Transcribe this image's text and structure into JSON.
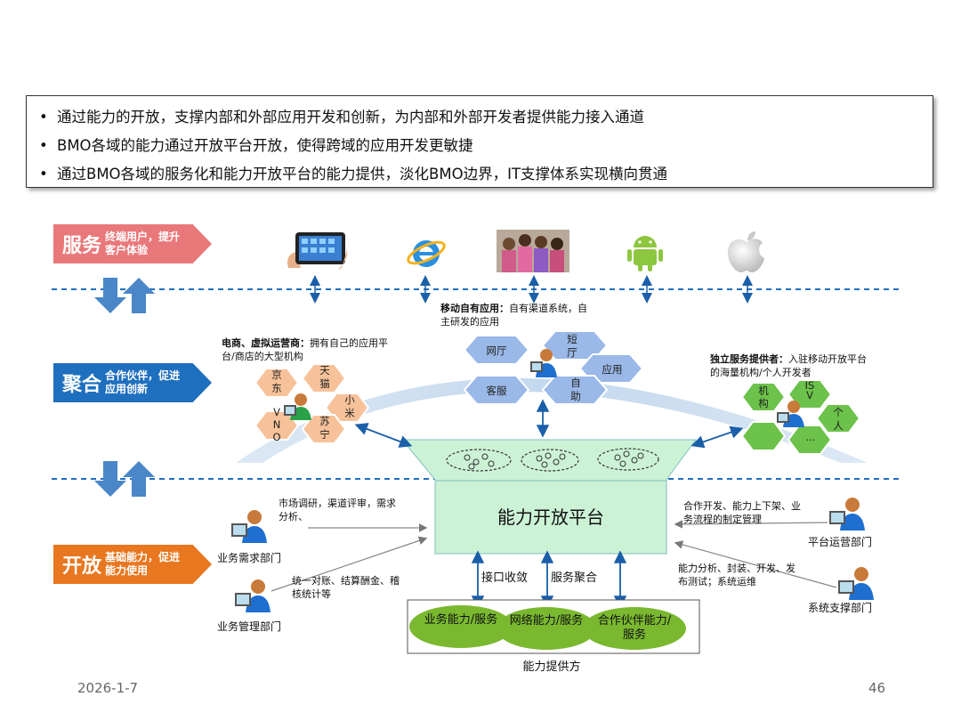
{
  "bullets": [
    "通过能力的开放，支撑内部和外部应用开发和创新，为内部和外部开发者提供能力接入通道",
    "BMO各域的能力通过开放平台开放，使得跨域的应用开发更敏捷",
    "通过BMO各域的服务化和能力开放平台的能力提供，淡化BMO边界，IT支撑体系实现横向贯通"
  ],
  "bullet_marker": "•",
  "layers": {
    "service": {
      "big": "服务",
      "small1": "终端用户，提升",
      "small2": "客户体验",
      "color": "#e9787a"
    },
    "aggregate": {
      "big": "聚合",
      "small1": "合作伙伴，促进",
      "small2": "应用创新",
      "color": "#1f6fbf"
    },
    "open": {
      "big": "开放",
      "small1": "基础能力，促进",
      "small2": "能力使用",
      "color": "#e8771f"
    }
  },
  "terminal_icons": [
    "tablet-icon",
    "ie-browser-icon",
    "users-photo-icon",
    "android-icon",
    "apple-icon"
  ],
  "mobile_apps": {
    "title": "移动自有应用：",
    "desc1": "自有渠道系统，自",
    "desc2": "主研发的应用"
  },
  "mobile_hex": [
    "网厅",
    "短厅",
    "应用",
    "客服",
    "自助"
  ],
  "ecommerce": {
    "title": "电商、虚拟运营商：",
    "desc1": "拥有自己的应用平",
    "desc2": "台/商店的大型机构"
  },
  "ecommerce_hex": [
    "京东",
    "天猫",
    "小米",
    "VNO",
    "苏宁"
  ],
  "isp": {
    "title": "独立服务提供者：",
    "desc1": "入驻移动开放平台",
    "desc2": "的海量机构/个人开发者"
  },
  "isp_hex": [
    "机构",
    "ISV",
    "个人",
    "..."
  ],
  "platform": {
    "title": "能力开放平台",
    "color": "#ccf2d6"
  },
  "left_depts": [
    {
      "name": "业务需求部门",
      "note1": "市场调研，渠道评审，需求",
      "note2": "分析、"
    },
    {
      "name": "业务管理部门",
      "note1": "统一对账、结算酬金、稽",
      "note2": "核统计等"
    }
  ],
  "right_depts": [
    {
      "name": "平台运营部门",
      "note1": "合作开发、能力上下架、业",
      "note2": "务流程的制定管理"
    },
    {
      "name": "系统支撑部门",
      "note1": "能力分析、封装、开发、发",
      "note2": "布测试；系统运维"
    }
  ],
  "flows": {
    "interface": "接口收敛",
    "service_agg": "服务聚合"
  },
  "providers": {
    "title": "能力提供方",
    "items": [
      "业务能力/服务",
      "网络能力/服务",
      "合作伙伴能力/服务"
    ],
    "color": "#7ab82f"
  },
  "footer": {
    "date": "2026-1-7",
    "page": "46"
  }
}
